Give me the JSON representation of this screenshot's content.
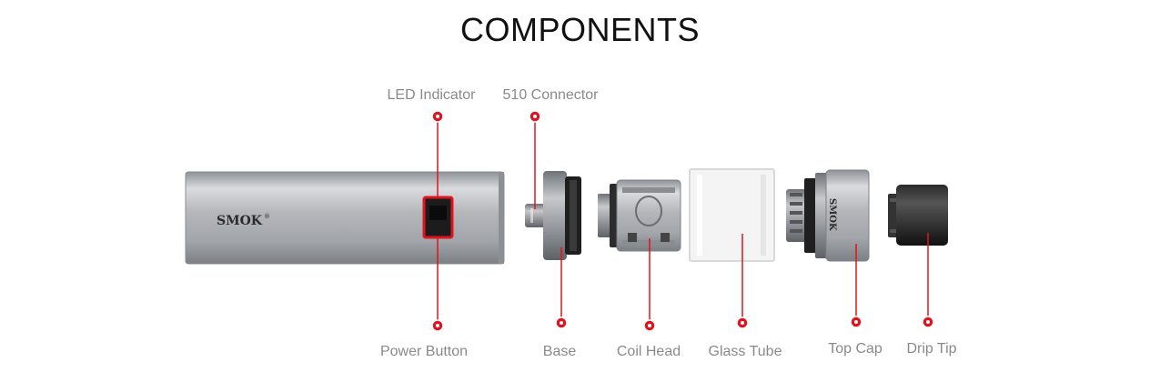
{
  "title": "COMPONENTS",
  "brand": {
    "logo_text": "SMOK",
    "registered": "®"
  },
  "labels": {
    "led_indicator": "LED Indicator",
    "connector_510": "510 Connector",
    "power_button": "Power Button",
    "base": "Base",
    "coil_head": "Coil Head",
    "glass_tube": "Glass Tube",
    "top_cap": "Top Cap",
    "drip_tip": "Drip Tip"
  },
  "colors": {
    "accent": "#e0141e",
    "label": "#8a8a8a",
    "title": "#111111",
    "metal": "#b4b6ba"
  }
}
